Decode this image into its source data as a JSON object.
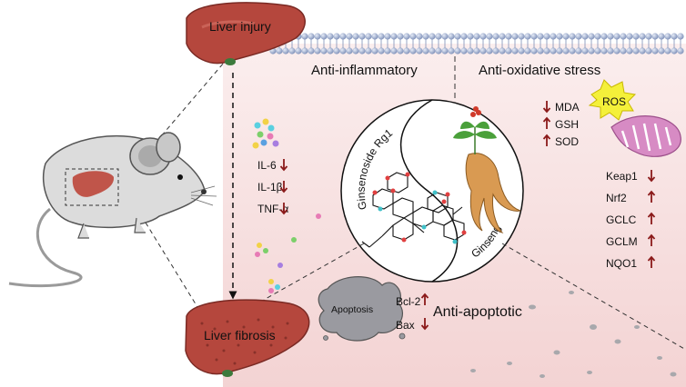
{
  "diagram": {
    "top_liver_label": "Liver injury",
    "bottom_liver_label": "Liver fibrosis",
    "anti_inflammatory_title": "Anti-inflammatory",
    "anti_oxidative_title": "Anti-oxidative stress",
    "anti_apoptotic_title": "Anti-apoptotic",
    "compound_label": "Ginsenoside Rg1",
    "plant_label": "Ginseng",
    "ros_label": "ROS",
    "apoptosis_label": "Apoptosis",
    "cytokines": [
      {
        "name": "IL-6",
        "direction": "down"
      },
      {
        "name": "IL-1β",
        "direction": "down"
      },
      {
        "name": "TNF-α",
        "direction": "down"
      }
    ],
    "oxidative_markers": [
      {
        "name": "MDA",
        "direction": "down"
      },
      {
        "name": "GSH",
        "direction": "up"
      },
      {
        "name": "SOD",
        "direction": "up"
      }
    ],
    "pathway_markers": [
      {
        "name": "Keap1",
        "direction": "down"
      },
      {
        "name": "Nrf2",
        "direction": "up"
      },
      {
        "name": "GCLC",
        "direction": "up"
      },
      {
        "name": "GCLM",
        "direction": "up"
      },
      {
        "name": "NQO1",
        "direction": "up"
      }
    ],
    "apoptotic_markers": [
      {
        "name": "Bcl-2",
        "direction": "up"
      },
      {
        "name": "Bax",
        "direction": "down"
      }
    ],
    "colors": {
      "background_panel": "#f6dcdc",
      "liver": "#b5473d",
      "arrow": "#8b1a1a",
      "membrane": "#8fa3c9",
      "ros": "#f4f03a",
      "mitochondria": "#d78bc4",
      "apoptosis_cell": "#9a9aa0",
      "ginseng_root": "#d99a52"
    }
  }
}
